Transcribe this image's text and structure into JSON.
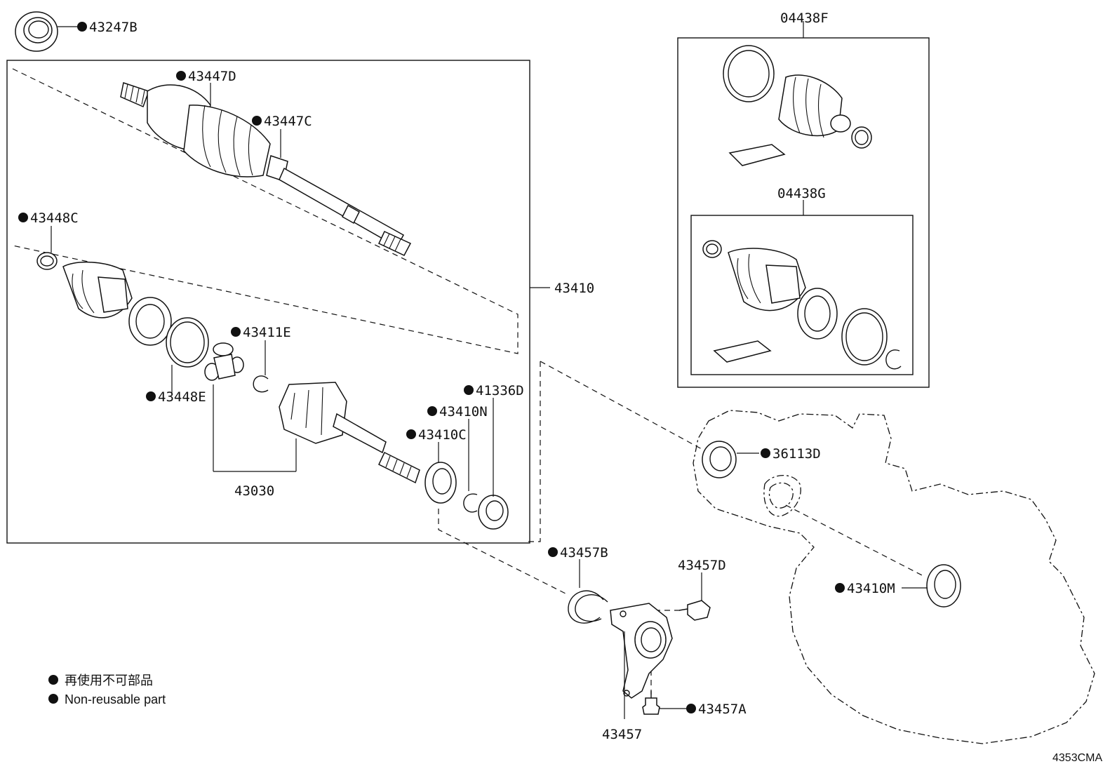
{
  "labels": {
    "p43247B": "43247B",
    "p43447D": "43447D",
    "p43447C": "43447C",
    "p43448C": "43448C",
    "p43410": "43410",
    "p43411E": "43411E",
    "p43448E": "43448E",
    "p41336D": "41336D",
    "p43410N": "43410N",
    "p43410C": "43410C",
    "p43030": "43030",
    "p04438F": "04438F",
    "p04438G": "04438G",
    "p36113D": "36113D",
    "p43457B": "43457B",
    "p43457D": "43457D",
    "p43410M": "43410M",
    "p43457A": "43457A",
    "p43457": "43457"
  },
  "legend": {
    "japanese": "再使用不可部品",
    "english": "Non-reusable part"
  },
  "diagram_ref": "4353CMA"
}
